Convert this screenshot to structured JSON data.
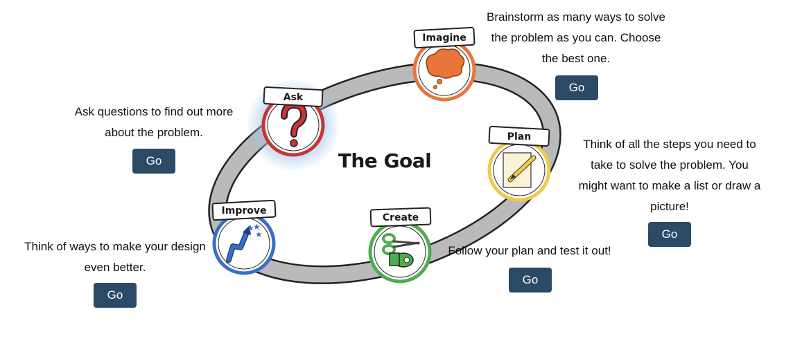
{
  "colors": {
    "button_bg": "#2b4a66",
    "button_text": "#ffffff",
    "ring": "#b9babc",
    "ring_edge": "#222222",
    "ask": "#cc3333",
    "imagine": "#e8763a",
    "plan": "#f2c94c",
    "create": "#4cae4c",
    "improve": "#3c6fc4"
  },
  "center": {
    "title": "The Goal"
  },
  "stages": {
    "imagine": {
      "label": "Imagine",
      "description": [
        "Brainstorm as many ways to solve",
        "the problem as you can. Choose",
        "the best one."
      ],
      "button": "Go",
      "icon": "thought-bubble-icon"
    },
    "ask": {
      "label": "Ask",
      "description": [
        "Ask questions to find out more",
        "about the problem."
      ],
      "button": "Go",
      "icon": "question-mark-icon"
    },
    "plan": {
      "label": "Plan",
      "description": [
        "Think of all the steps you need to",
        "take to solve the problem. You",
        "might want to make a list or draw a",
        "picture!"
      ],
      "button": "Go",
      "icon": "paper-pencil-icon"
    },
    "create": {
      "label": "Create",
      "description": [
        "Follow your plan and test it out!"
      ],
      "button": "Go",
      "icon": "scissors-tape-icon"
    },
    "improve": {
      "label": "Improve",
      "description": [
        "Think of ways to make your design",
        "even better."
      ],
      "button": "Go",
      "icon": "rising-arrow-stars-icon"
    }
  }
}
